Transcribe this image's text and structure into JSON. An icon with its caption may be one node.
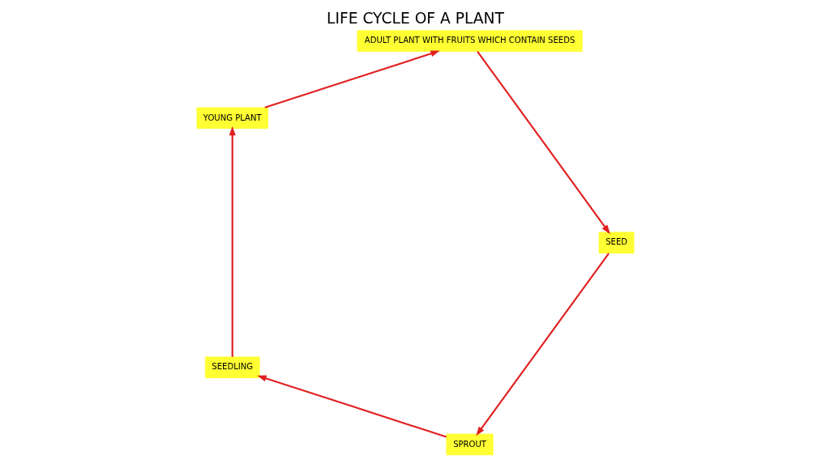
{
  "diagram": {
    "title": "LIFE CYCLE OF A PLANT",
    "nodes": [
      {
        "text": [
          "SPROUT"
        ]
      },
      {
        "text": [
          "SEEDLING"
        ]
      },
      {
        "text": [
          "SEED"
        ]
      },
      {
        "text": [
          "YOUNG PLANT"
        ]
      },
      {
        "text": [
          "ADULT PLANT WITH FRUITS WHICH CONTAIN SEEDS"
        ]
      }
    ],
    "edges": [
      {
        "from": 0,
        "to": 1,
        "arrow": "to"
      },
      {
        "from": 1,
        "to": 3,
        "arrow": "to"
      },
      {
        "from": 3,
        "to": 4,
        "arrow": "to"
      },
      {
        "from": 4,
        "to": 2,
        "arrow": "to"
      },
      {
        "from": 2,
        "to": 0,
        "arrow": "to"
      }
    ]
  }
}
